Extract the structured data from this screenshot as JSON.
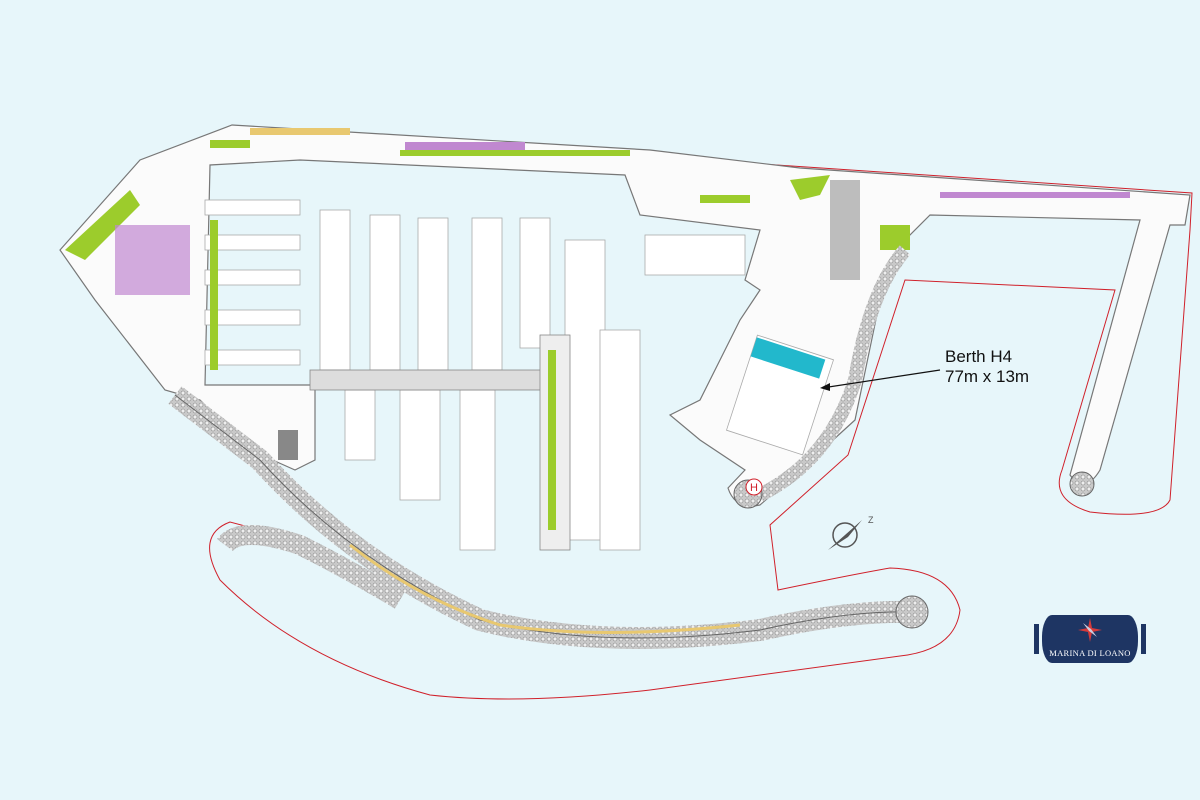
{
  "map": {
    "title": "Marina di Loano berth plan",
    "highlighted_berth": {
      "name": "Berth H4",
      "dimensions": "77m x 13m",
      "color": "#22b8cc"
    },
    "helipad_symbol": "H",
    "compass_symbol": "Z",
    "colors": {
      "water": "#e7f6fa",
      "land": "#ffffff",
      "green": "#9ccc2c",
      "boundary": "#d0202a",
      "brand": "#1e3563"
    }
  },
  "logo": {
    "text": "MARINA DI LOANO"
  }
}
